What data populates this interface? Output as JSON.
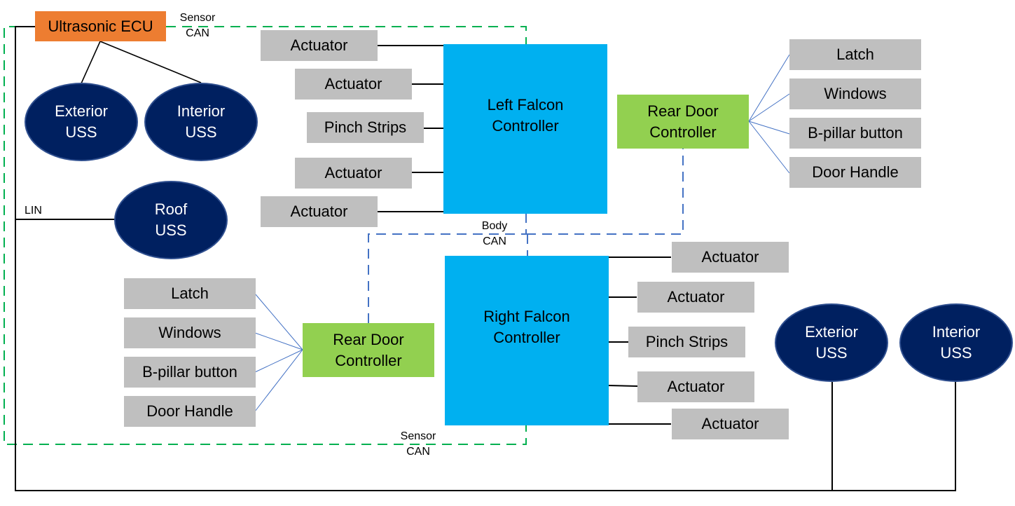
{
  "colors": {
    "ecu": "#ed7d31",
    "falcon_controller": "#00b0f0",
    "rear_door_controller": "#92d050",
    "peripheral": "#bfbfbf",
    "uss": "#002060",
    "sensor_can": "#00b050",
    "body_can": "#4472c4",
    "wire": "#000000"
  },
  "ecu": {
    "label": "Ultrasonic ECU"
  },
  "bus_labels": {
    "sensor_can_top": [
      "Sensor",
      "CAN"
    ],
    "sensor_can_bottom": [
      "Sensor",
      "CAN"
    ],
    "body_can": [
      "Body",
      "CAN"
    ],
    "lin": "LIN"
  },
  "sensors": {
    "left_exterior": [
      "Exterior",
      "USS"
    ],
    "left_interior": [
      "Interior",
      "USS"
    ],
    "roof": [
      "Roof",
      "USS"
    ],
    "right_exterior": [
      "Exterior",
      "USS"
    ],
    "right_interior": [
      "Interior",
      "USS"
    ]
  },
  "left_falcon": {
    "title": [
      "Left Falcon",
      "Controller"
    ],
    "peripherals": [
      "Actuator",
      "Actuator",
      "Pinch Strips",
      "Actuator",
      "Actuator"
    ]
  },
  "right_falcon": {
    "title": [
      "Right Falcon",
      "Controller"
    ],
    "peripherals": [
      "Actuator",
      "Actuator",
      "Pinch Strips",
      "Actuator",
      "Actuator"
    ]
  },
  "rear_door_right": {
    "title": [
      "Rear Door",
      "Controller"
    ],
    "peripherals": [
      "Latch",
      "Windows",
      "B-pillar button",
      "Door Handle"
    ]
  },
  "rear_door_left": {
    "title": [
      "Rear Door",
      "Controller"
    ],
    "peripherals": [
      "Latch",
      "Windows",
      "B-pillar button",
      "Door Handle"
    ]
  }
}
